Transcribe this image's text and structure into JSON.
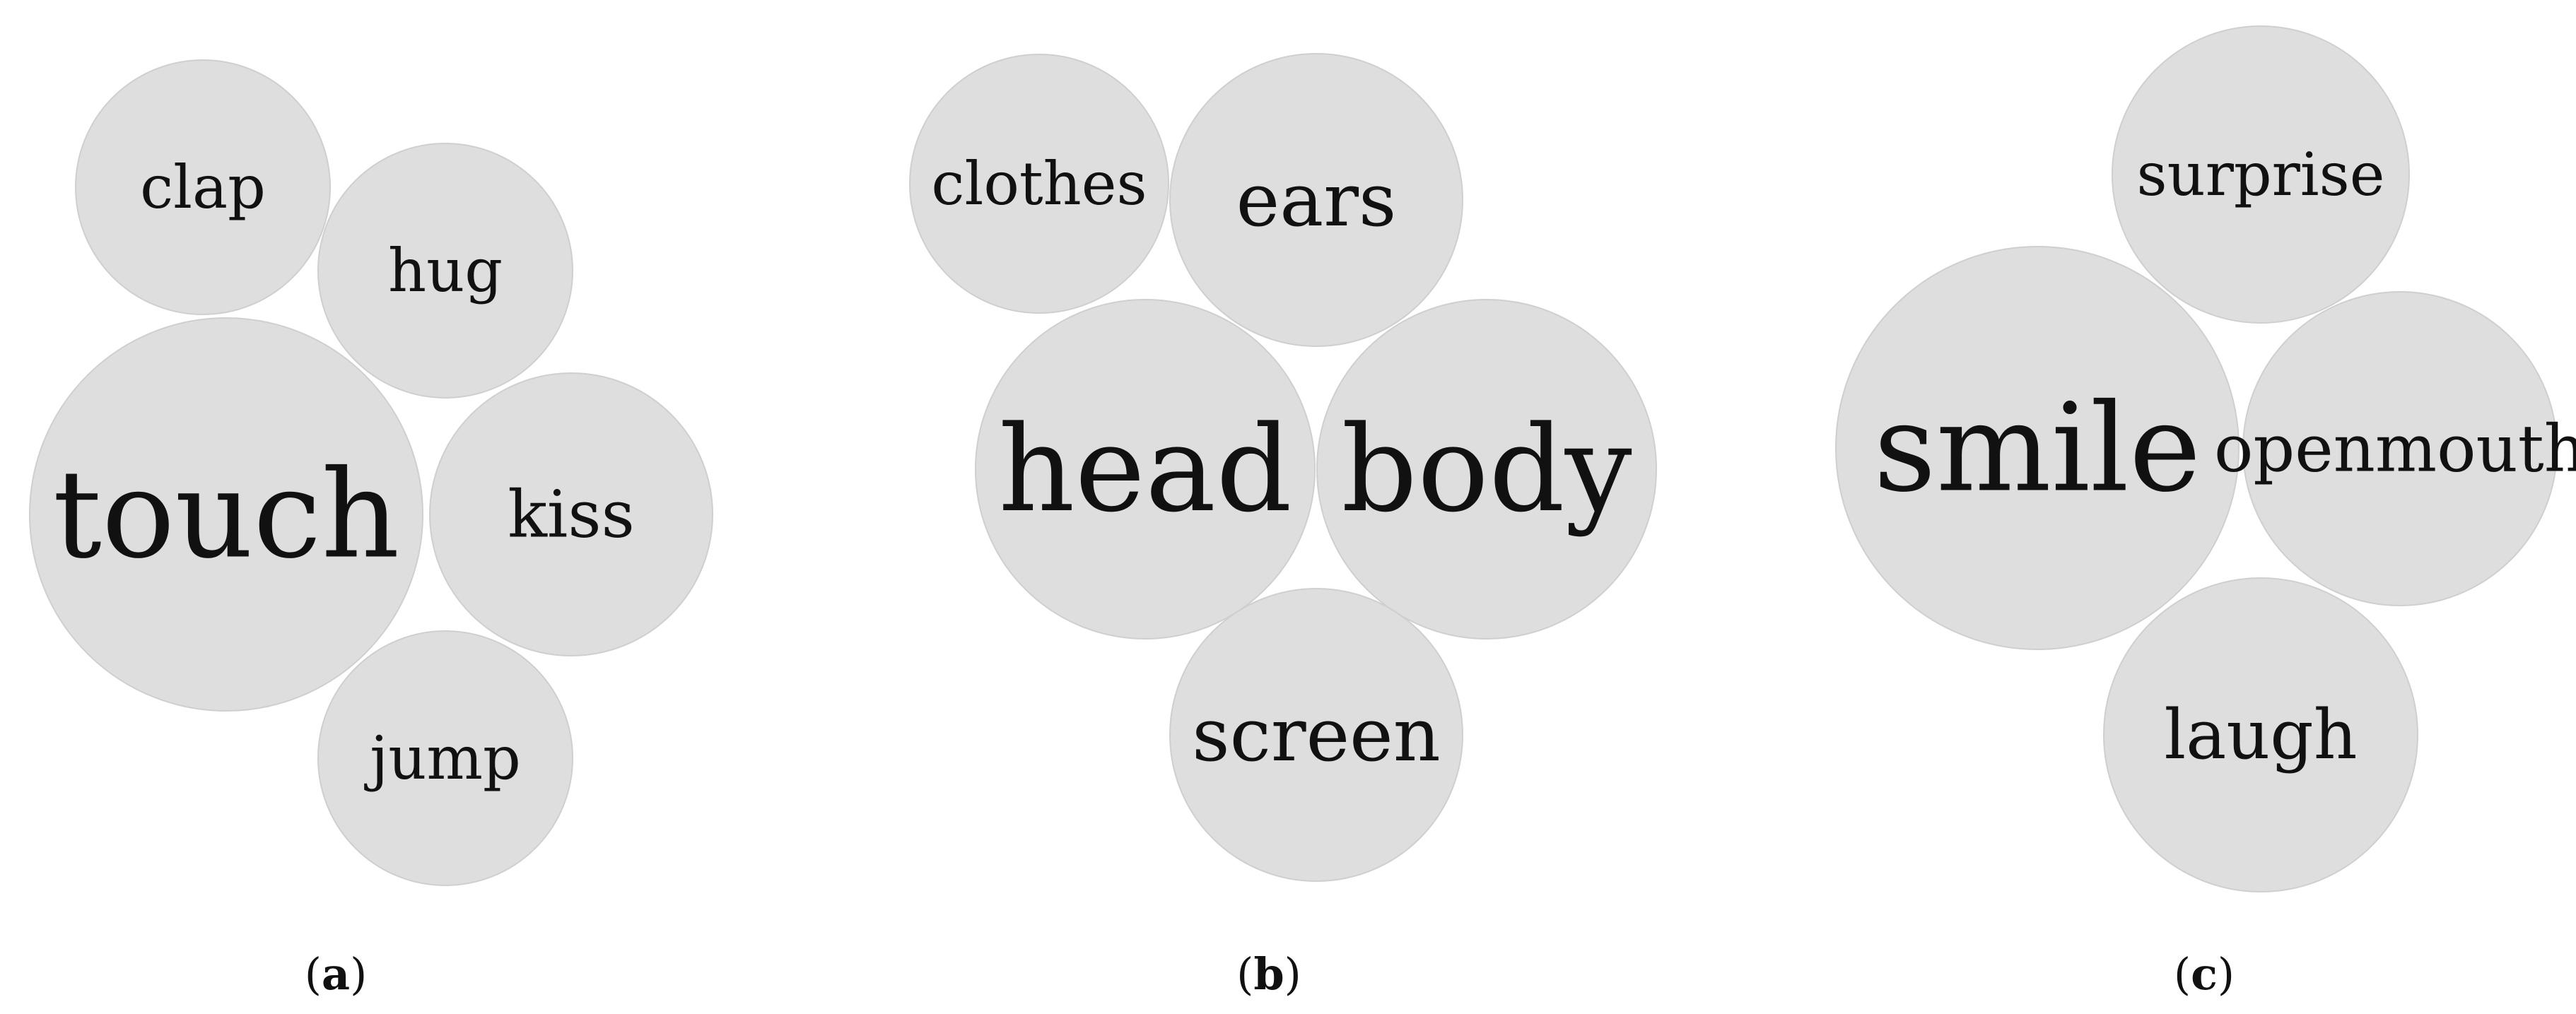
{
  "panels": [
    {
      "id": "a",
      "caption_open": "(",
      "caption_letter": "a",
      "caption_close": ")",
      "bubbles": [
        {
          "label": "clap",
          "weight": 0.65
        },
        {
          "label": "hug",
          "weight": 0.65
        },
        {
          "label": "touch",
          "weight": 1.0
        },
        {
          "label": "kiss",
          "weight": 0.72
        },
        {
          "label": "jump",
          "weight": 0.65
        }
      ]
    },
    {
      "id": "b",
      "caption_open": "(",
      "caption_letter": "b",
      "caption_close": ")",
      "bubbles": [
        {
          "label": "clothes",
          "weight": 0.77
        },
        {
          "label": "ears",
          "weight": 0.86
        },
        {
          "label": "head",
          "weight": 1.0
        },
        {
          "label": "body",
          "weight": 1.0
        },
        {
          "label": "screen",
          "weight": 0.86
        }
      ]
    },
    {
      "id": "c",
      "caption_open": "(",
      "caption_letter": "c",
      "caption_close": ")",
      "bubbles": [
        {
          "label": "surprise",
          "weight": 0.73
        },
        {
          "label": "smile",
          "weight": 1.0
        },
        {
          "label": "openmouth",
          "weight": 0.79
        },
        {
          "label": "laugh",
          "weight": 0.79
        }
      ]
    }
  ],
  "colors": {
    "bubble_fill": "#dedede",
    "bubble_stroke": "#cfcfcf",
    "text": "#111111",
    "background": "#ffffff"
  }
}
